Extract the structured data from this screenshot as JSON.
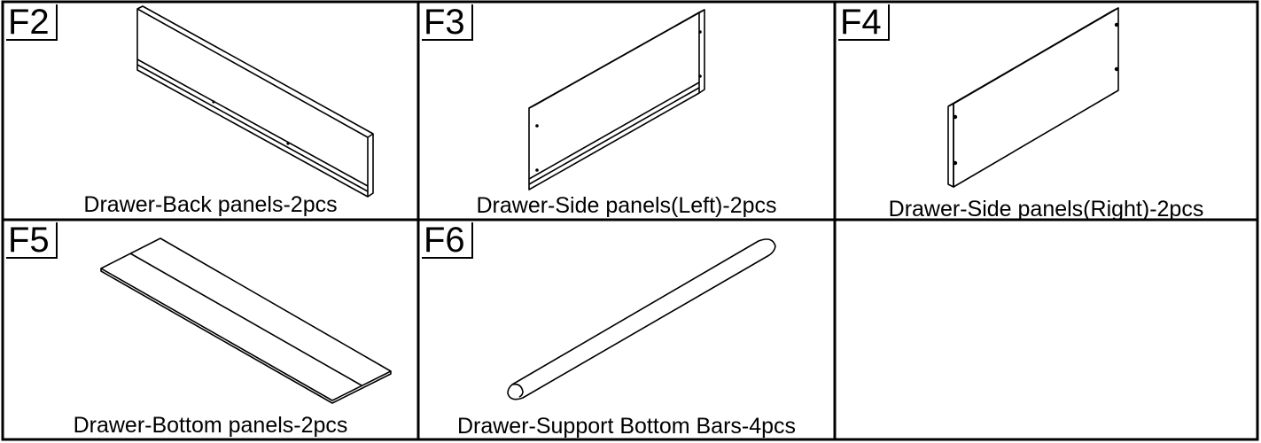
{
  "parts": [
    {
      "id": "F2",
      "caption": "Drawer-Back panels-2pcs"
    },
    {
      "id": "F3",
      "caption": "Drawer-Side panels(Left)-2pcs"
    },
    {
      "id": "F4",
      "caption": "Drawer-Side panels(Right)-2pcs"
    },
    {
      "id": "F5",
      "caption": "Drawer-Bottom panels-2pcs"
    },
    {
      "id": "F6",
      "caption": "Drawer-Support Bottom Bars-4pcs"
    }
  ]
}
